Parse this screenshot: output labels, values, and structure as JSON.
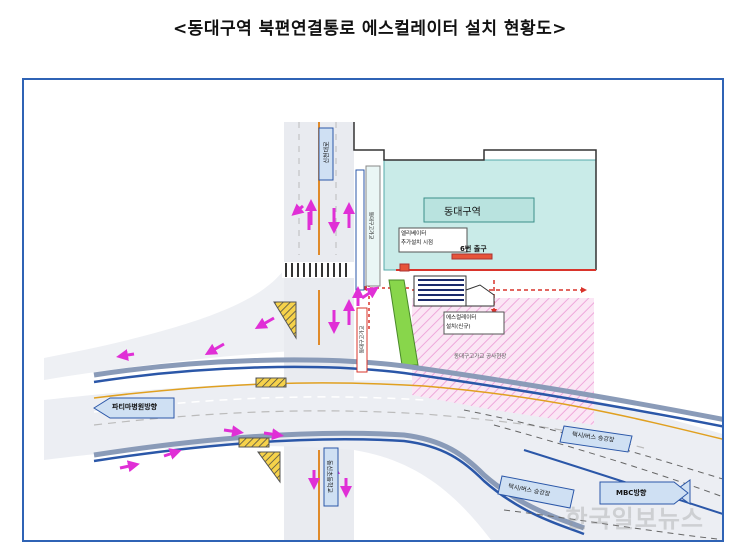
{
  "title": "<동대구역 북편연결통로 에스컬레이터 설치 현황도>",
  "labels": {
    "station": "동대구역",
    "exit6": "6번 출구",
    "escalator_add": "엘리베이터\n추가설치 시점",
    "escalator_install": "에스컬레이터\n설치(신규)",
    "construction_area": "동대구고가교 공사현장",
    "fatima": "파티마병원방향",
    "mbc": "MBC방향",
    "taxi_bus_1": "택시/버스 승강장",
    "taxi_bus_2": "택시/버스 승강장",
    "road_north": "신천대로",
    "road_south": "동신초등학교",
    "overpass_left": "동대구고가교",
    "overpass_right": "동대구고가교"
  },
  "watermark": "한국일보뉴스",
  "colors": {
    "frame": "#2f63b5",
    "station_block": "#c9ebe8",
    "construction_hatch": "#f2b6e0",
    "arrow": "#e02fd6",
    "red_path": "#d9342b",
    "green_strip": "#88d64b",
    "road_outline": "#2b57a8"
  }
}
